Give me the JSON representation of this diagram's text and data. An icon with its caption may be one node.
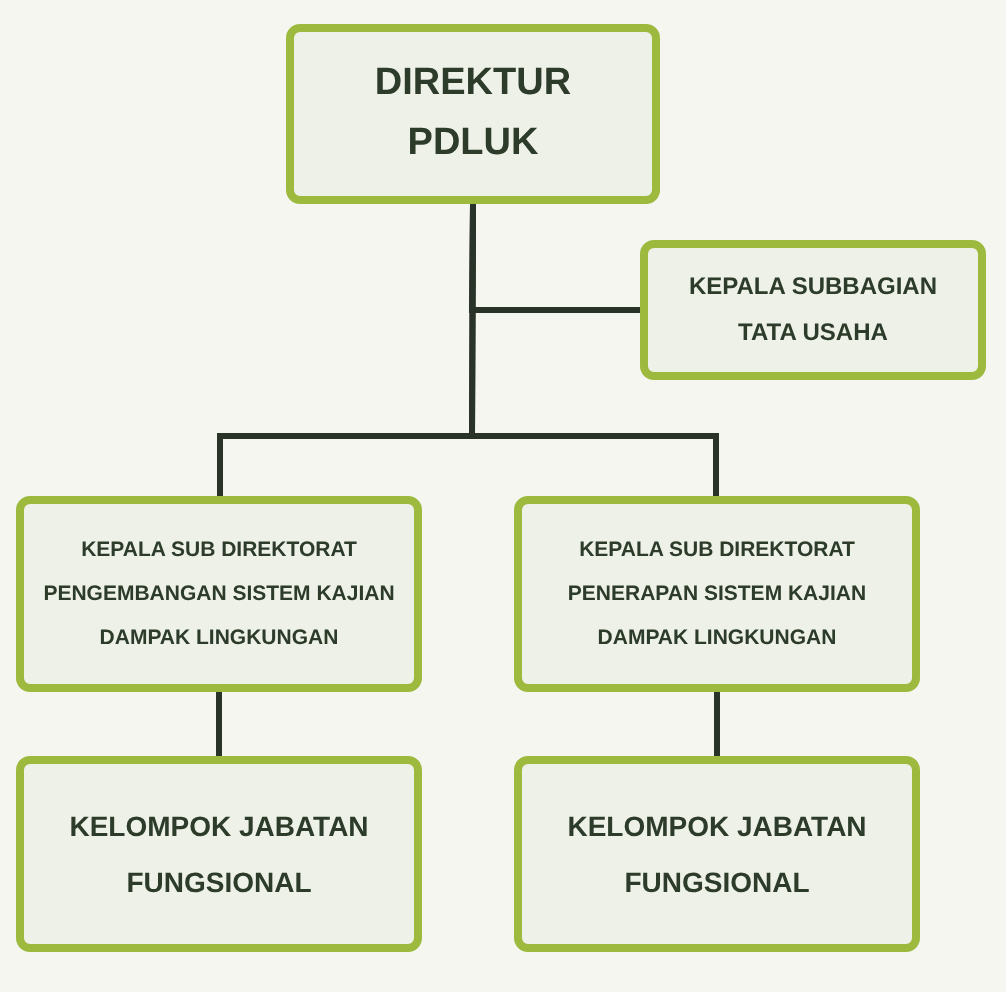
{
  "diagram": {
    "nodes": [
      {
        "text": [
          "DIREKTUR PDLUK"
        ]
      },
      {
        "text": [
          "KEPALA SUBBAGIAN TATA USAHA"
        ]
      },
      {
        "text": [
          "KEPALA SUB DIREKTORAT PENGEMBANGAN SISTEM KAJIAN DAMPAK LINGKUNGAN"
        ]
      },
      {
        "text": [
          "KEPALA SUB DIREKTORAT PENERAPAN SISTEM KAJIAN DAMPAK LINGKUNGAN"
        ]
      },
      {
        "text": [
          "KELOMPOK JABATAN FUNGSIONAL"
        ]
      },
      {
        "text": [
          "KELOMPOK JABATAN FUNGSIONAL"
        ]
      }
    ],
    "edges": [
      {
        "from": 0,
        "to": 1,
        "arrow": "none"
      },
      {
        "from": 0,
        "to": 2,
        "arrow": "none"
      },
      {
        "from": 0,
        "to": 3,
        "arrow": "none"
      },
      {
        "from": 2,
        "to": 4,
        "arrow": "none"
      },
      {
        "from": 3,
        "to": 5,
        "arrow": "none"
      }
    ]
  }
}
